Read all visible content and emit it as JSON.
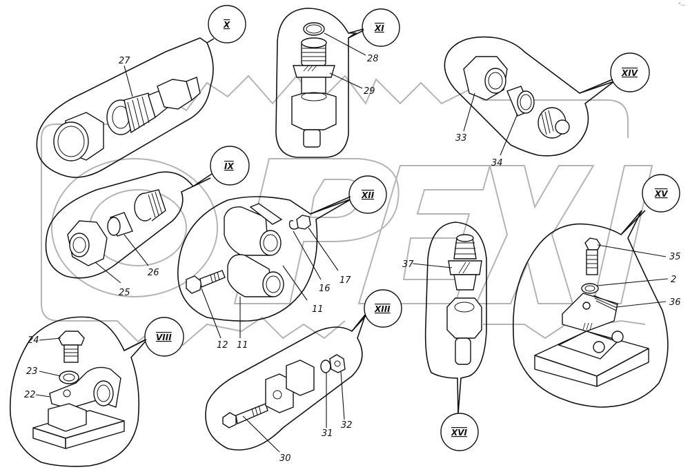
{
  "diagram": {
    "type": "exploded parts assembly illustration",
    "watermark": "OREX",
    "corner_mark": "°—",
    "views": [
      {
        "id": "X",
        "label": "X",
        "description": "pipe union with nut",
        "parts": [
          "27"
        ]
      },
      {
        "id": "XI",
        "label": "XI",
        "description": "banjo union with ring",
        "parts": [
          "28",
          "29"
        ]
      },
      {
        "id": "XIV",
        "label": "XIV",
        "description": "nut, sleeve and threaded fitting",
        "parts": [
          "33",
          "34"
        ]
      },
      {
        "id": "IX",
        "label": "IX",
        "description": "nut, sleeve and threaded insert",
        "parts": [
          "25",
          "26"
        ]
      },
      {
        "id": "XII",
        "label": "XII",
        "description": "double pipe clamp with bolt",
        "parts": [
          "11",
          "12",
          "16",
          "17",
          "11"
        ]
      },
      {
        "id": "XVI",
        "label": "XVI",
        "description": "adapter nipple and nut",
        "parts": [
          "37"
        ]
      },
      {
        "id": "XV",
        "label": "XV",
        "description": "twin pipe clamp block on base",
        "parts": [
          "35",
          "2",
          "36"
        ]
      },
      {
        "id": "VIII",
        "label": "VIII",
        "description": "single pipe clamp on base",
        "parts": [
          "24",
          "23",
          "22"
        ]
      },
      {
        "id": "XIII",
        "label": "XIII",
        "description": "bolt with spacer blocks",
        "parts": [
          "30",
          "31",
          "32"
        ]
      }
    ],
    "callouts": {
      "p27": "27",
      "p28": "28",
      "p29": "29",
      "p33": "33",
      "p34": "34",
      "p25": "25",
      "p26": "26",
      "p12": "12",
      "p11a": "11",
      "p11b": "11",
      "p16": "16",
      "p17": "17",
      "p37": "37",
      "p35": "35",
      "p2": "2",
      "p36": "36",
      "p24": "24",
      "p23": "23",
      "p22": "22",
      "p30": "30",
      "p31": "31",
      "p32": "32"
    },
    "roman": {
      "X": "X",
      "XI": "XI",
      "XIV": "XIV",
      "IX": "IX",
      "XII": "XII",
      "XIII": "XIII",
      "XV": "XV",
      "XVI": "XVI",
      "VIII": "VIII"
    }
  }
}
